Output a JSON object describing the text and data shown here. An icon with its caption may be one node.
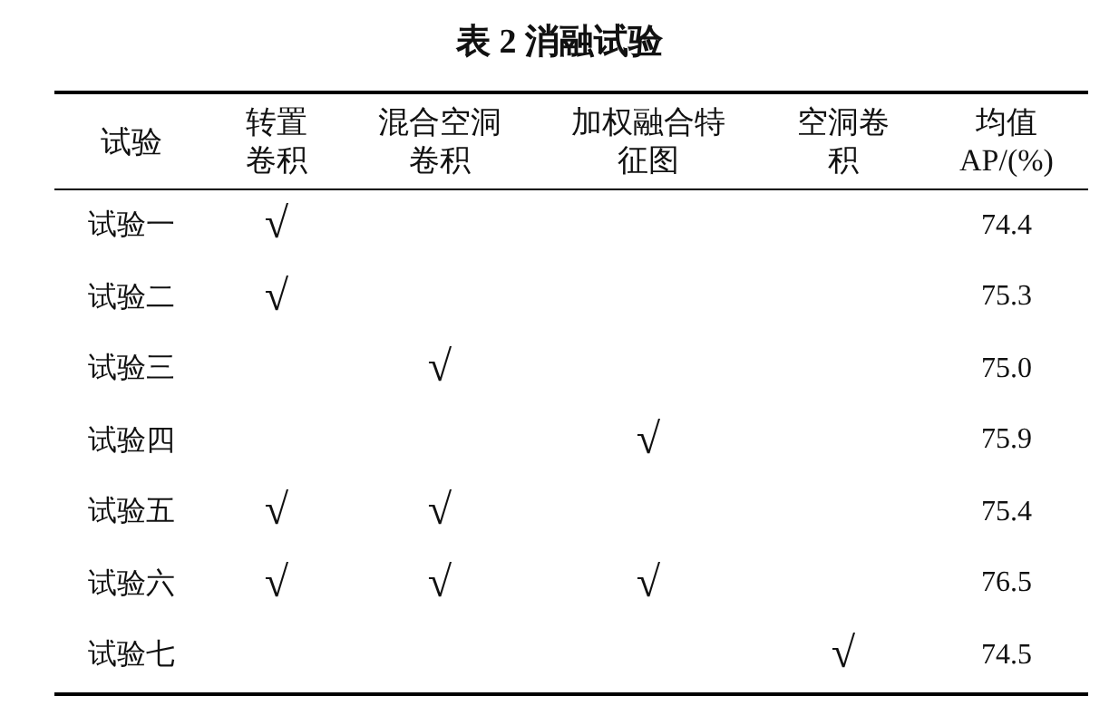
{
  "diagram": {
    "title": "表 2 消融试验",
    "labels": [
      "试验",
      "转置卷积",
      "混合空洞卷积",
      "加权融合特征图",
      "空洞卷积",
      "均值AP/(%)",
      "试验一",
      "√",
      "74.4",
      "试验二",
      "√",
      "75.3",
      "试验三",
      "√",
      "75.0",
      "试验四",
      "√",
      "75.9",
      "试验五",
      "√",
      "√",
      "75.4",
      "试验六",
      "√",
      "√",
      "√",
      "76.5",
      "试验七",
      "√",
      "74.5"
    ]
  }
}
